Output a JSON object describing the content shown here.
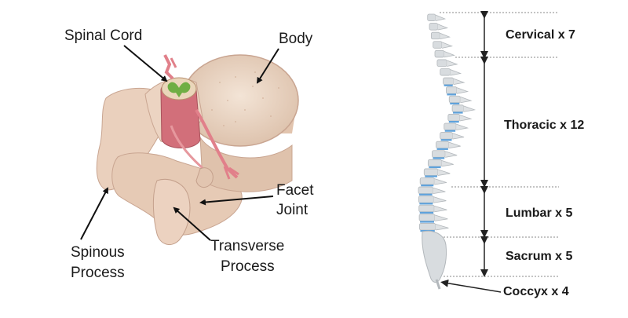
{
  "vertebra": {
    "labels": {
      "spinal_cord": "Spinal Cord",
      "body": "Body",
      "facet_1": "Facet",
      "facet_2": "Joint",
      "spinous_1": "Spinous",
      "spinous_2": "Process",
      "transverse_1": "Transverse",
      "transverse_2": "Process"
    }
  },
  "spine": {
    "regions": [
      {
        "label": "Cervical x 7"
      },
      {
        "label": "Thoracic x 12"
      },
      {
        "label": "Lumbar x 5"
      },
      {
        "label": "Sacrum x 5"
      },
      {
        "label": "Coccyx x 4"
      }
    ]
  },
  "colors": {
    "bone": "#ecd2c0",
    "bone_shadow": "#c9a591",
    "cord": "#d9868a",
    "nerve": "#e1808a",
    "grey_matter": "#6fae44",
    "spine_bone": "#d8dcdf",
    "disc": "#5ea2dc"
  }
}
